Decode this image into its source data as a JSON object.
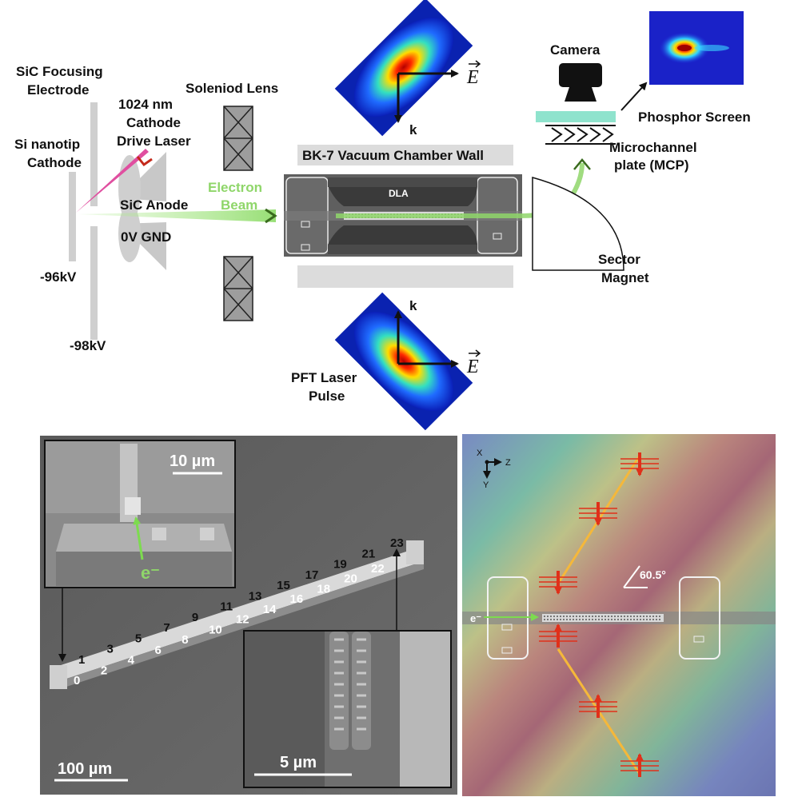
{
  "top": {
    "focusing_electrode": [
      "SiC Focusing",
      "Electrode"
    ],
    "cathode": [
      "Si nanotip",
      "Cathode"
    ],
    "drive_laser": [
      "1024 nm",
      "Cathode",
      "Drive Laser"
    ],
    "solenoid": "Soleniod Lens",
    "anode": "SiC Anode",
    "gnd": "0V GND",
    "beam": [
      "Electron",
      "Beam"
    ],
    "v1": "-96kV",
    "v2": "-98kV",
    "chamber_wall": "BK-7 Vacuum Chamber Wall",
    "dla": "DLA",
    "camera": "Camera",
    "phosphor": "Phosphor Screen",
    "mcp": [
      "Microchannel",
      "plate (MCP)"
    ],
    "magnet": [
      "Sector",
      "Magnet"
    ],
    "pft": [
      "PFT Laser",
      "Pulse"
    ],
    "e_field": "E",
    "k": "k"
  },
  "sem": {
    "scale_inset_top": "10 µm",
    "electron": "e⁻",
    "scale_main": "100 µm",
    "scale_inset_bottom": "5 µm",
    "numbers_dark": [
      "1",
      "3",
      "5",
      "7",
      "9",
      "11",
      "13",
      "15",
      "17",
      "19",
      "21",
      "23"
    ],
    "numbers_light": [
      "0",
      "2",
      "4",
      "6",
      "8",
      "10",
      "12",
      "14",
      "16",
      "18",
      "20",
      "22"
    ]
  },
  "field": {
    "axis_x": "X",
    "axis_z": "Z",
    "axis_y": "Y",
    "angle": "60.5°",
    "electron": "e⁻"
  }
}
